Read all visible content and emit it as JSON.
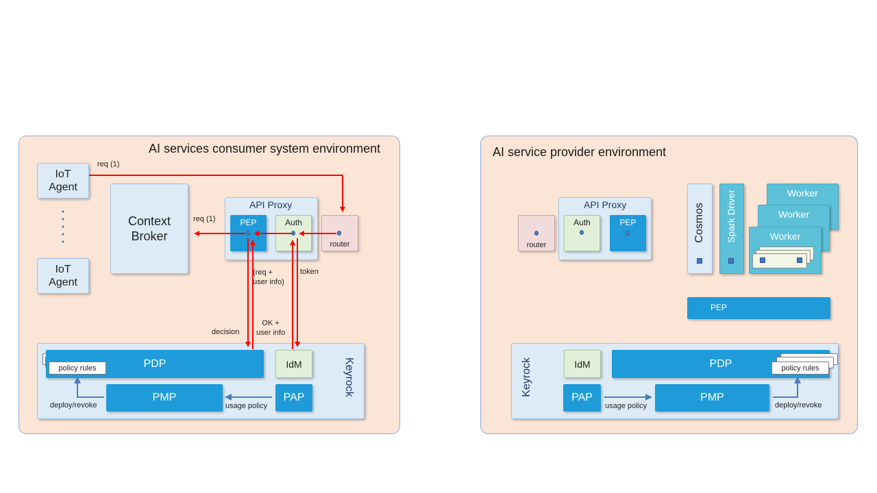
{
  "consumer": {
    "title": "AI services consumer system environment",
    "iot_agent_top": "IoT\nAgent",
    "iot_agent_bottom": "IoT\nAgent",
    "context_broker": "Context\nBroker",
    "api_proxy": "API Proxy",
    "pep": "PEP",
    "auth": "Auth",
    "router": "router",
    "keyrock": "Keyrock",
    "pdp": "PDP",
    "idm": "IdM",
    "pmp": "PMP",
    "pap": "PAP",
    "policy_rules": "policy rules",
    "edges": {
      "req1_top": "req (1)",
      "req1_left": "req (1)",
      "req_user_info": "(req +\nuser info)",
      "token": "token",
      "ok_user_info": "OK +\nuser info",
      "decision": "decision",
      "deploy_revoke": "deploy/revoke",
      "usage_policy": "usage policy"
    }
  },
  "provider": {
    "title": "AI service provider environment",
    "router": "router",
    "api_proxy": "API Proxy",
    "auth": "Auth",
    "pep_proxy": "PEP",
    "cosmos": "Cosmos",
    "spark_driver": "Spark Driver",
    "worker": "Worker",
    "pep_bar": "PEP",
    "keyrock": "Keyrock",
    "idm": "IdM",
    "pdp": "PDP",
    "pap": "PAP",
    "pmp": "PMP",
    "policy_rules": "policy rules",
    "edges": {
      "usage_policy": "usage policy",
      "deploy_revoke": "deploy/revoke"
    }
  },
  "colors": {
    "env_bg": "#fbe5d6",
    "env_border": "#8faadc",
    "light_blue": "#ddebf7",
    "blue": "#1f9bd9",
    "light_green": "#e2f0d9",
    "pink": "#f2dcdb",
    "teal": "#5bc0d8",
    "red_arrow": "#ff0000",
    "blue_arrow": "#4a7ebb"
  }
}
